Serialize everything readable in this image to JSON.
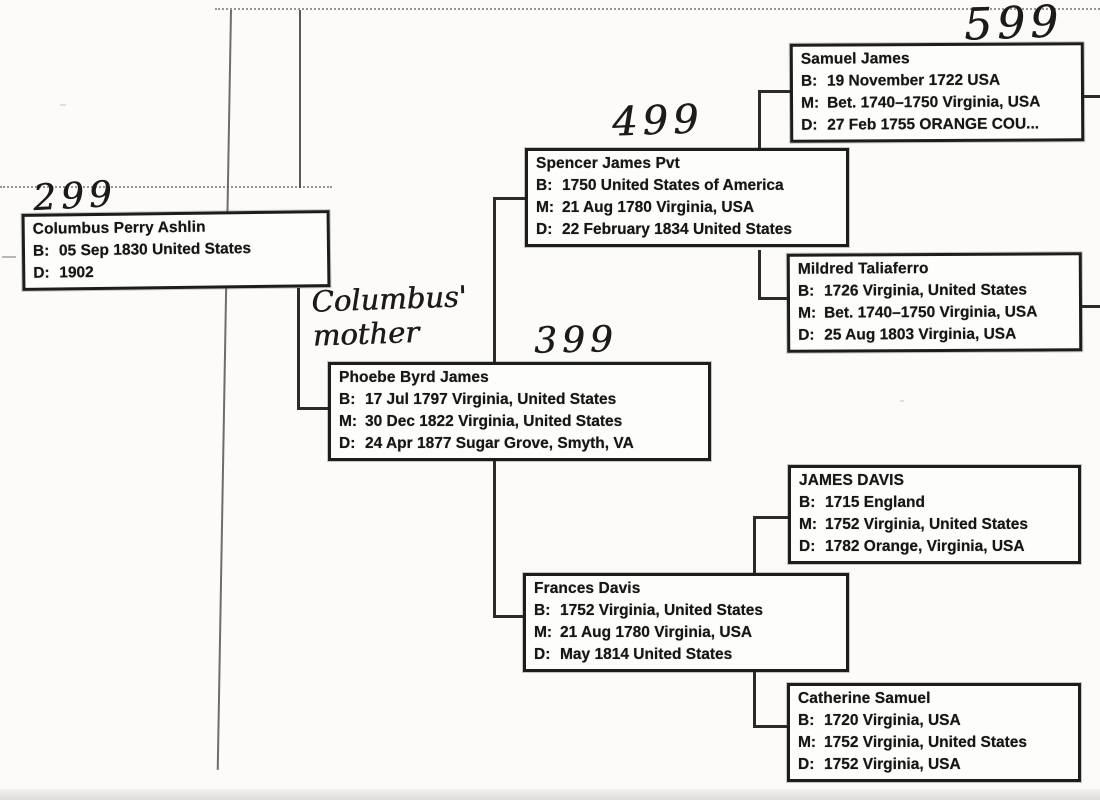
{
  "colors": {
    "ink": "#1d1d1b",
    "paper": "#fcfbf9"
  },
  "handwritten": {
    "note_line1": "Columbus'",
    "note_line2": "mother",
    "number_columbus": "299",
    "number_phoebe": "399",
    "number_spencer": "499",
    "number_samuel": "599"
  },
  "people": [
    {
      "name": "Columbus Perry Ashlin",
      "rows": [
        {
          "label": "B:",
          "value": "05 Sep 1830 United States"
        },
        {
          "label": "D:",
          "value": "1902"
        }
      ]
    },
    {
      "name": "Phoebe Byrd James",
      "rows": [
        {
          "label": "B:",
          "value": "17 Jul 1797 Virginia, United States"
        },
        {
          "label": "M:",
          "value": "30 Dec 1822 Virginia, United States"
        },
        {
          "label": "D:",
          "value": "24 Apr 1877 Sugar Grove, Smyth, VA"
        }
      ]
    },
    {
      "name": "Spencer James Pvt",
      "rows": [
        {
          "label": "B:",
          "value": "1750 United States of America"
        },
        {
          "label": "M:",
          "value": "21 Aug 1780 Virginia, USA"
        },
        {
          "label": "D:",
          "value": "22 February 1834 United States"
        }
      ]
    },
    {
      "name": "Samuel James",
      "rows": [
        {
          "label": "B:",
          "value": "19 November 1722 USA"
        },
        {
          "label": "M:",
          "value": "Bet. 1740–1750 Virginia, USA"
        },
        {
          "label": "D:",
          "value": "27 Feb 1755 ORANGE COU..."
        }
      ]
    },
    {
      "name": "Mildred Taliaferro",
      "rows": [
        {
          "label": "B:",
          "value": "1726 Virginia, United States"
        },
        {
          "label": "M:",
          "value": "Bet. 1740–1750 Virginia, USA"
        },
        {
          "label": "D:",
          "value": "25 Aug 1803 Virginia, USA"
        }
      ]
    },
    {
      "name": "Frances Davis",
      "rows": [
        {
          "label": "B:",
          "value": "1752 Virginia, United States"
        },
        {
          "label": "M:",
          "value": "21 Aug 1780 Virginia, USA"
        },
        {
          "label": "D:",
          "value": "May 1814 United States"
        }
      ]
    },
    {
      "name": "JAMES DAVIS",
      "rows": [
        {
          "label": "B:",
          "value": "1715 England"
        },
        {
          "label": "M:",
          "value": "1752 Virginia, United States"
        },
        {
          "label": "D:",
          "value": "1782 Orange, Virginia, USA"
        }
      ]
    },
    {
      "name": "Catherine Samuel",
      "rows": [
        {
          "label": "B:",
          "value": "1720 Virginia, USA"
        },
        {
          "label": "M:",
          "value": "1752 Virginia, United States"
        },
        {
          "label": "D:",
          "value": "1752 Virginia, USA"
        }
      ]
    }
  ]
}
